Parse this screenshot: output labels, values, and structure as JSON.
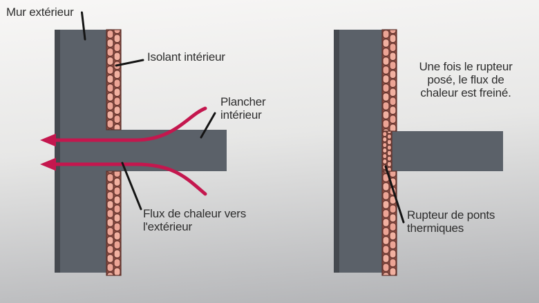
{
  "colors": {
    "background_top": "#f8f7f6",
    "background_mid": "#e7e7e6",
    "background_bottom": "#b0b1b4",
    "wall": "#5b6169",
    "wall_edge": "#45494f",
    "insulation_cell": "#eca495",
    "insulation_cell_light": "#f1b0a0",
    "insulation_gap": "#8a4a40",
    "insulation_outline": "#5f322c",
    "heat_arrow": "#c4174e",
    "pointer_line": "#141414",
    "label_text": "#2d2d2d"
  },
  "left_diagram": {
    "labels": {
      "exterior_wall": "Mur extérieur",
      "interior_insulation": "Isolant intérieur",
      "interior_floor": "Plancher intérieur",
      "heat_flux": "Flux de chaleur vers l'extérieur"
    }
  },
  "right_diagram": {
    "caption": "Une fois le rupteur posé, le flux de chaleur est freiné.",
    "labels": {
      "thermal_break": "Rupteur de ponts thermiques"
    }
  }
}
